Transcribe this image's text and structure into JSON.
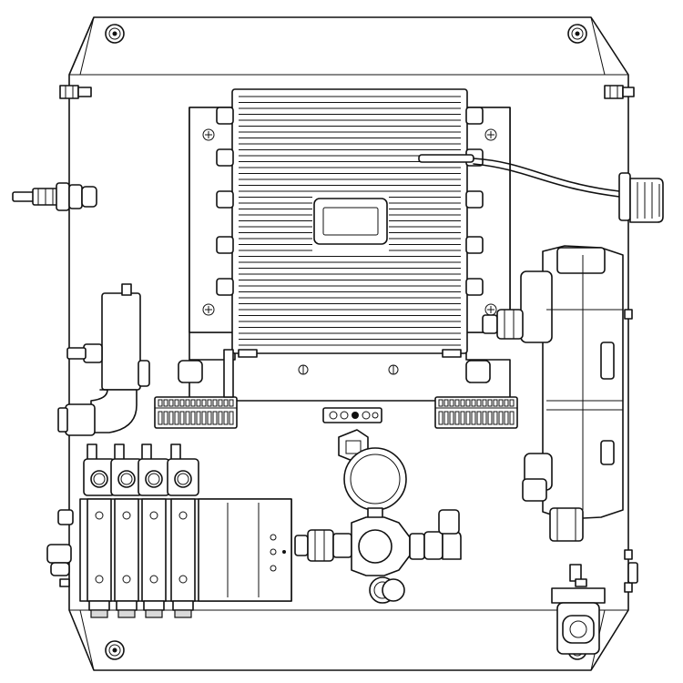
{
  "figure": {
    "subject": "enclosure-panel-line-drawing",
    "colors": {
      "line": "#111111",
      "fill": "#ffffff",
      "shade": "#d9d9d9"
    },
    "components": [
      "enclosure-cover",
      "control-module",
      "display-window",
      "cable-gland",
      "pressure-regulator",
      "pressure-gauge",
      "solenoid-valve-bank",
      "terminal-block-left",
      "terminal-block-right",
      "led-indicator-strip",
      "filter-housing",
      "power-inlet-fitting"
    ]
  }
}
